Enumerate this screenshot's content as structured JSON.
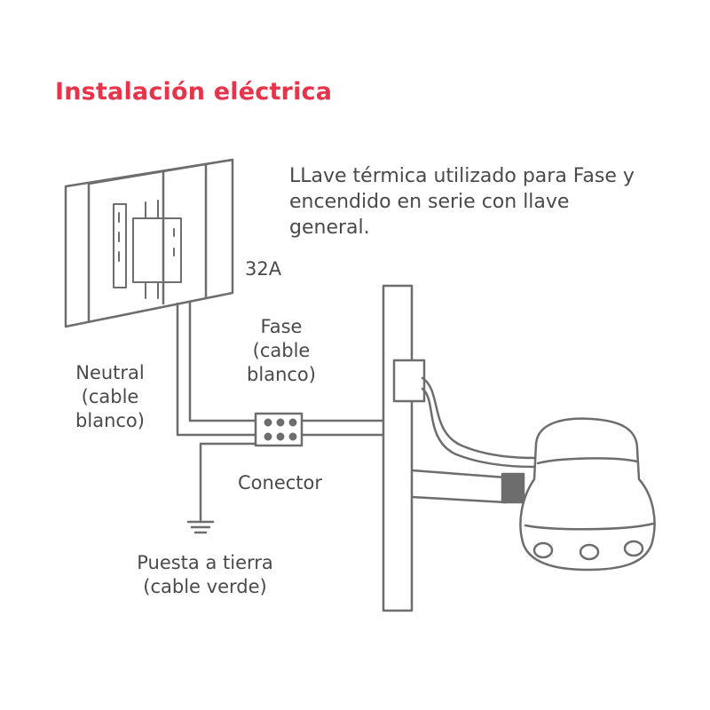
{
  "title": "Instalación eléctrica",
  "colors": {
    "title": "#e8334a",
    "stroke": "#6d6d6d",
    "text": "#4a4a4a"
  },
  "labels": {
    "description": [
      "LLave térmica utilizado para Fase y",
      "encendido en serie con llave",
      "general."
    ],
    "breaker_rating": "32A",
    "fase": [
      "Fase",
      "(cable",
      "blanco)"
    ],
    "neutral": [
      "Neutral",
      "(cable",
      "blanco)"
    ],
    "connector": "Conector",
    "ground": [
      "Puesta a tierra",
      "(cable verde)"
    ]
  }
}
